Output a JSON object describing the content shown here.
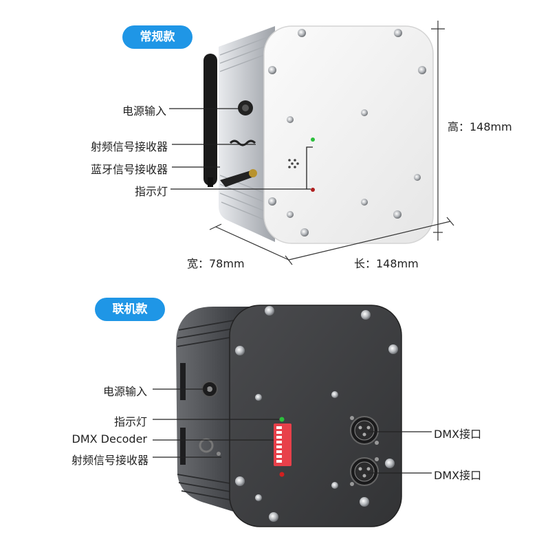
{
  "badges": {
    "regular": "常规款",
    "linked": "联机款"
  },
  "regular": {
    "labels": {
      "power": "电源输入",
      "rf_receiver": "射频信号接收器",
      "bt_receiver": "蓝牙信号接收器",
      "indicator": "指示灯"
    },
    "dimensions": {
      "height": "高：148mm",
      "width": "宽：78mm",
      "length": "长：148mm"
    }
  },
  "linked": {
    "labels": {
      "power": "电源输入",
      "indicator": "指示灯",
      "decoder": "DMX Decoder",
      "rf_receiver": "射频信号接收器",
      "dmx_port_1": "DMX接口",
      "dmx_port_2": "DMX接口"
    }
  },
  "colors": {
    "badge": "#1f96e6",
    "white_panel": "#f2f2f2",
    "black_panel": "#3a3a3c",
    "aluminum": "#c9ccd0",
    "dip_switch": "#e8404a",
    "led_green": "#2bbf3c",
    "led_red": "#d12020"
  }
}
